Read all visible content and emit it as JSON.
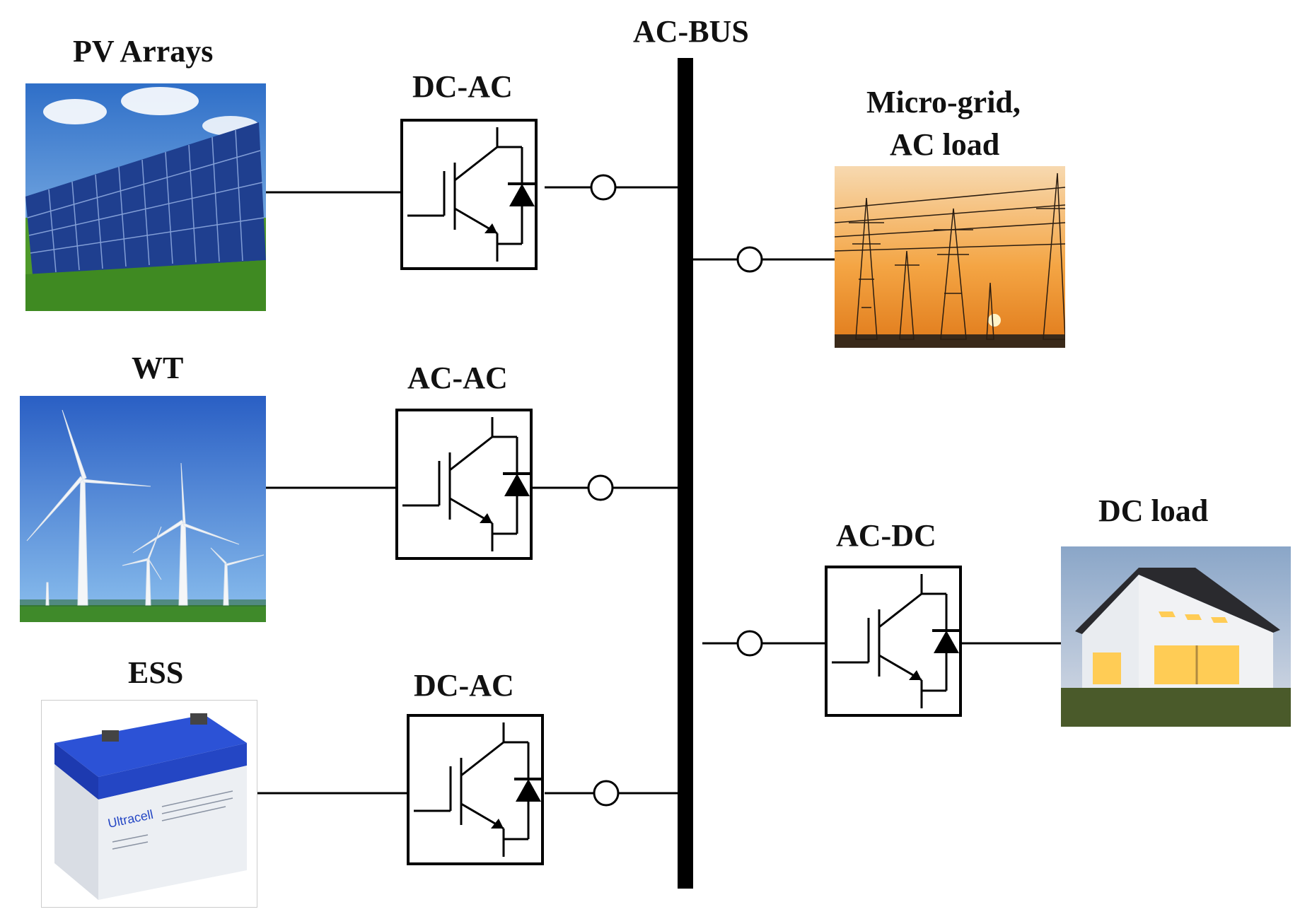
{
  "labels": {
    "ac_bus": "AC-BUS",
    "pv_arrays": "PV Arrays",
    "wt": "WT",
    "ess": "ESS",
    "microgrid_line1": "Micro-grid,",
    "microgrid_line2": "AC load",
    "dc_load": "DC load",
    "conv_pv": "DC-AC",
    "conv_wt": "AC-AC",
    "conv_ess": "DC-AC",
    "conv_dc": "AC-DC"
  },
  "battery_brand": "Ultracell",
  "colors": {
    "line": "#000000",
    "sky_blue": "#3f7fd6",
    "panel_blue": "#1f3f8f",
    "grass_green": "#4f9a2a",
    "sunset_orange": "#f39a2a",
    "battery_blue": "#1f3fc8",
    "house_light": "#ffcc55"
  }
}
